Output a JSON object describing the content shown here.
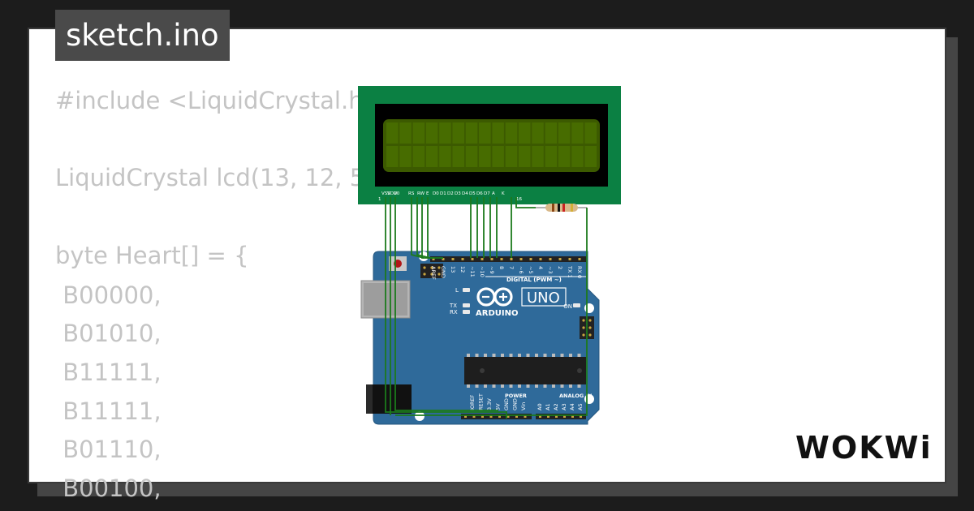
{
  "title": "sketch.ino",
  "code_lines": [
    "#include <LiquidCrystal.h>",
    "",
    "LiquidCrystal lcd(13, 12, 5, 4, 3, 2);",
    "",
    "byte Heart[] = {",
    " B00000,",
    " B01010,",
    " B11111,",
    " B11111,",
    " B01110,",
    " B00100,"
  ],
  "lcd": {
    "pins": [
      "VSS",
      "VDD",
      "V0",
      "RS",
      "RW",
      "E",
      "D0",
      "D1",
      "D2",
      "D3",
      "D4",
      "D5",
      "D6",
      "D7",
      "A",
      "K"
    ],
    "pin_first": "1",
    "pin_last": "16"
  },
  "arduino": {
    "brand": "ARDUINO",
    "model": "UNO",
    "digital_label": "DIGITAL (PWM ~)",
    "power_label": "POWER",
    "analog_label": "ANALOG IN",
    "on_label": "ON",
    "led_l": "L",
    "led_tx": "TX",
    "led_rx": "RX",
    "header_top": [
      "AREF",
      "GND",
      "13",
      "12",
      "~11",
      "~10",
      "~9",
      "8",
      "7",
      "~6",
      "~5",
      "4",
      "~3",
      "2",
      "TX 1",
      "RX 0"
    ],
    "header_power": [
      "IOREF",
      "RESET",
      "3.3V",
      "5V",
      "GND",
      "GND",
      "Vin"
    ],
    "header_analog": [
      "A0",
      "A1",
      "A2",
      "A3",
      "A4",
      "A5"
    ]
  },
  "logo_text": "WOKWi",
  "colors": {
    "background": "#1c1c1c",
    "card": "#ffffff",
    "code_text": "#c4c4c4",
    "lcd_pcb": "#0b8043",
    "lcd_screen": "#3c5a00",
    "arduino_board": "#2f6a9a",
    "wire": "#1c7a1c"
  },
  "icons": [
    "usb-port-icon",
    "power-jack-icon",
    "reset-button-icon",
    "resistor-icon",
    "chip-icon"
  ]
}
